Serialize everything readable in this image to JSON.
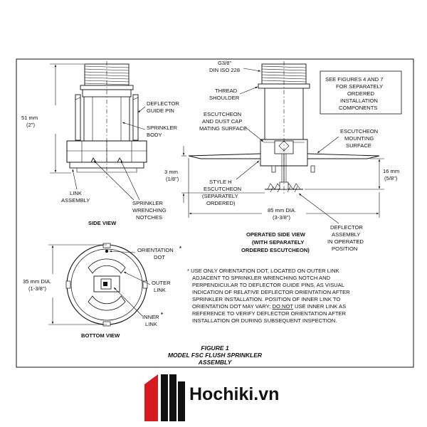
{
  "figure": {
    "number": "FIGURE 1",
    "title_line1": "MODEL FSC FLUSH SPRINKLER",
    "title_line2": "ASSEMBLY"
  },
  "side_view": {
    "title": "SIDE VIEW",
    "height_mm": "51 mm",
    "height_in": "(2\")",
    "deflector_guide_pin": [
      "DEFLECTOR",
      "GUIDE PIN"
    ],
    "sprinkler_body": [
      "SPRINKLER",
      "BODY"
    ],
    "link_assembly": [
      "LINK",
      "ASSEMBLY"
    ],
    "wrenching_notches": [
      "SPRINKLER",
      "WRENCHING",
      "NOTCHES"
    ]
  },
  "operated_view": {
    "title": [
      "OPERATED SIDE VIEW",
      "(WITH SEPARATELY",
      "ORDERED ESCUTCHEON)"
    ],
    "thread": [
      "G3/8\"",
      "DIN ISO 228"
    ],
    "thread_shoulder": [
      "THREAD",
      "SHOULDER"
    ],
    "mating_surface": [
      "ESCUTCHEON",
      "AND DUST CAP",
      "MATING SURFACE"
    ],
    "mounting_surface": [
      "ESCUTCHEON",
      "MOUNTING",
      "SURFACE"
    ],
    "style_h": [
      "STYLE H",
      "ESCUTCHEON",
      "(SEPARATELY",
      "ORDERED)"
    ],
    "gap_mm": "3 mm",
    "gap_in": "(1/8\")",
    "drop_mm": "16 mm",
    "drop_in": "(5/8\")",
    "dia_mm": "85 mm DIA.",
    "dia_in": "(3-3/8\")",
    "deflector_assembly": [
      "DEFLECTOR",
      "ASSEMBLY",
      "IN OPERATED",
      "POSITION"
    ]
  },
  "note_box": [
    "SEE FIGURES 4 AND 7",
    "FOR SEPARATELY",
    "ORDERED",
    "INSTALLATION",
    "COMPONENTS"
  ],
  "bottom_view": {
    "title": "BOTTOM VIEW",
    "dia_mm": "35 mm DIA.",
    "dia_in": "(1-3/8\")",
    "orientation_dot": [
      "ORIENTATION",
      "DOT"
    ],
    "outer_link": [
      "OUTER",
      "LINK"
    ],
    "inner_link": [
      "INNER",
      "LINK"
    ],
    "asterisk": "*"
  },
  "footnote": [
    "* USE ONLY ORIENTATION DOT, LOCATED ON OUTER LINK",
    "ADJACENT TO SPRINKLER WRENCHING NOTCH AND",
    "PERPENDICULAR TO DEFLECTOR GUIDE PINS, AS VISUAL",
    "INDICATION OF RELATIVE DEFLECTOR ORIENTATION AFTER",
    "SPRINKLER INSTALLATION. POSITION OF INNER LINK TO",
    "ORIENTATION DOT MAY VARY;",
    "DO NOT",
    "USE INNER LINK AS",
    "REFERENCE TO VERIFY DEFLECTOR ORIENTATION AFTER",
    "INSTALLATION OR DURING SUBSEQUENT INSPECTION."
  ],
  "brand": {
    "name": "Hochiki.vn",
    "logo_color": "#d71920"
  }
}
